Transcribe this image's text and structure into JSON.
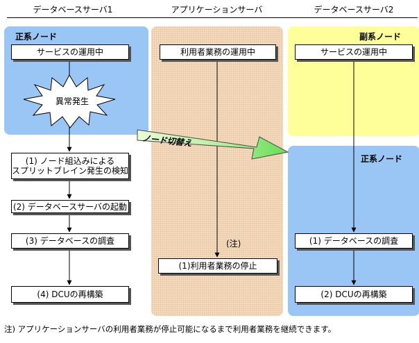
{
  "columns": {
    "db1": "データベースサーバ1",
    "app": "アプリケーションサーバ",
    "db2": "データベースサーバ2"
  },
  "db1": {
    "role": "正系ノード",
    "service": "サービスの運用中",
    "anomaly": "異常発生",
    "step1_line1": "(1) ノード組込みによる",
    "step1_line2": "スプリットブレイン発生の検知",
    "step2": "(2) データベースサーバの起動",
    "step3": "(3) データベースの調査",
    "step4": "(4) DCUの再構築"
  },
  "app": {
    "running": "利用者業務の運用中",
    "note_marker": "(注)",
    "stop": "(1)利用者業務の停止"
  },
  "db2": {
    "role_secondary": "副系ノード",
    "service": "サービスの運用中",
    "role_primary": "正系ノード",
    "step1": "(1) データベースの調査",
    "step2": "(2) DCUの再構築"
  },
  "switch_label": "ノード切替え",
  "footnote": "注) アプリケーションサーバの利用者業務が停止可能になるまで利用者業務を継続できます。"
}
